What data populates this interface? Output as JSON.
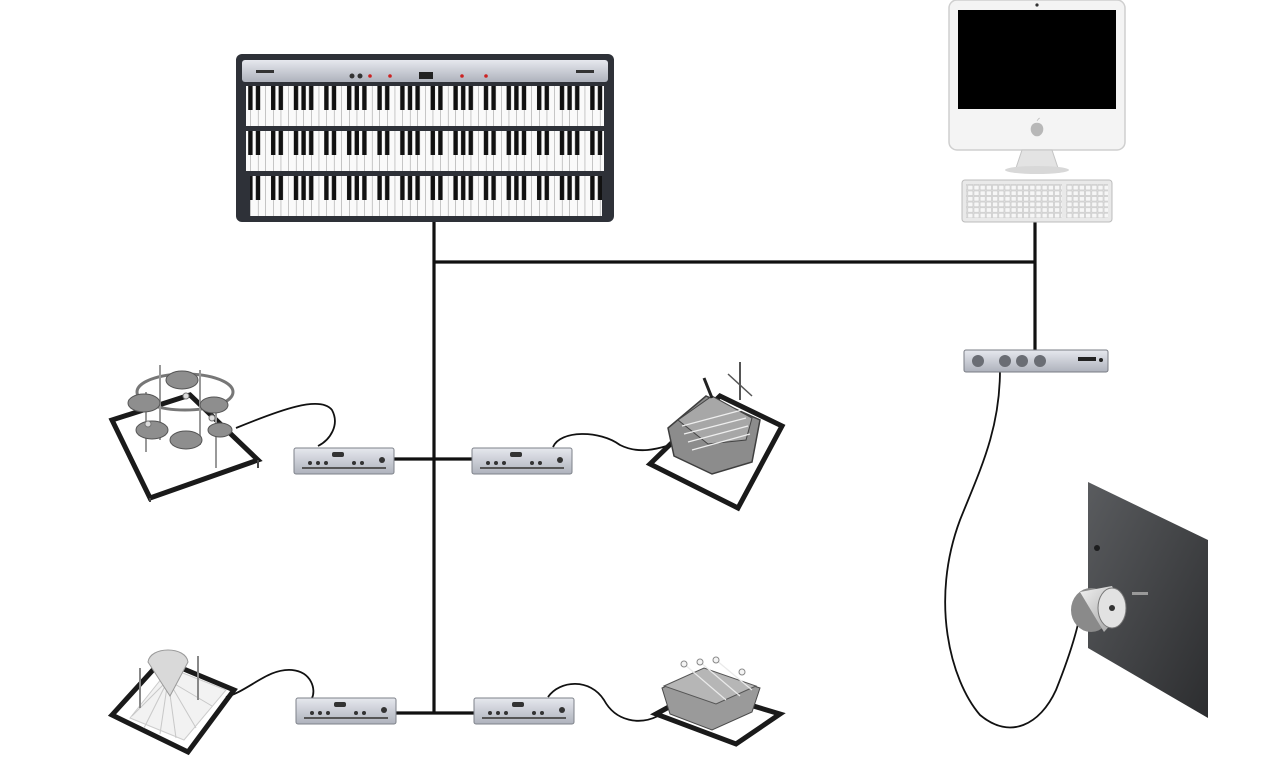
{
  "diagram": {
    "nodes": [
      {
        "id": "keyboard",
        "name": "three-manual-keyboard",
        "kind": "midi-keyboard",
        "manuals": 3
      },
      {
        "id": "computer",
        "name": "desktop-computer",
        "kind": "computer-with-keyboard"
      },
      {
        "id": "amp",
        "name": "audio-amplifier",
        "kind": "amplifier"
      },
      {
        "id": "panel",
        "name": "speaker-panel",
        "kind": "exciter-panel"
      },
      {
        "id": "ctrl1",
        "name": "controller-unit-1",
        "kind": "controller"
      },
      {
        "id": "ctrl2",
        "name": "controller-unit-2",
        "kind": "controller"
      },
      {
        "id": "ctrl3",
        "name": "controller-unit-3",
        "kind": "controller"
      },
      {
        "id": "ctrl4",
        "name": "controller-unit-4",
        "kind": "controller"
      },
      {
        "id": "inst1",
        "name": "bowl-gong-instrument",
        "kind": "robotic-instrument"
      },
      {
        "id": "inst2",
        "name": "string-box-instrument",
        "kind": "robotic-instrument"
      },
      {
        "id": "inst3",
        "name": "cone-instrument",
        "kind": "robotic-instrument"
      },
      {
        "id": "inst4",
        "name": "plate-instrument",
        "kind": "robotic-instrument"
      }
    ],
    "connections": [
      {
        "from": "keyboard",
        "to": "computer",
        "type": "bus"
      },
      {
        "from": "keyboard",
        "to": "ctrl1",
        "type": "bus"
      },
      {
        "from": "keyboard",
        "to": "ctrl2",
        "type": "bus"
      },
      {
        "from": "keyboard",
        "to": "ctrl3",
        "type": "bus"
      },
      {
        "from": "keyboard",
        "to": "ctrl4",
        "type": "bus"
      },
      {
        "from": "computer",
        "to": "amp",
        "type": "bus"
      },
      {
        "from": "amp",
        "to": "panel",
        "type": "cable"
      },
      {
        "from": "ctrl1",
        "to": "inst1",
        "type": "cable"
      },
      {
        "from": "ctrl2",
        "to": "inst2",
        "type": "cable"
      },
      {
        "from": "ctrl3",
        "to": "inst3",
        "type": "cable"
      },
      {
        "from": "ctrl4",
        "to": "inst4",
        "type": "cable"
      }
    ],
    "colors": {
      "bus": "#111111",
      "device_silver": "#c9ccd4",
      "device_dark": "#4a4d55",
      "screen": "#000000",
      "panel": "#3f4144"
    }
  }
}
